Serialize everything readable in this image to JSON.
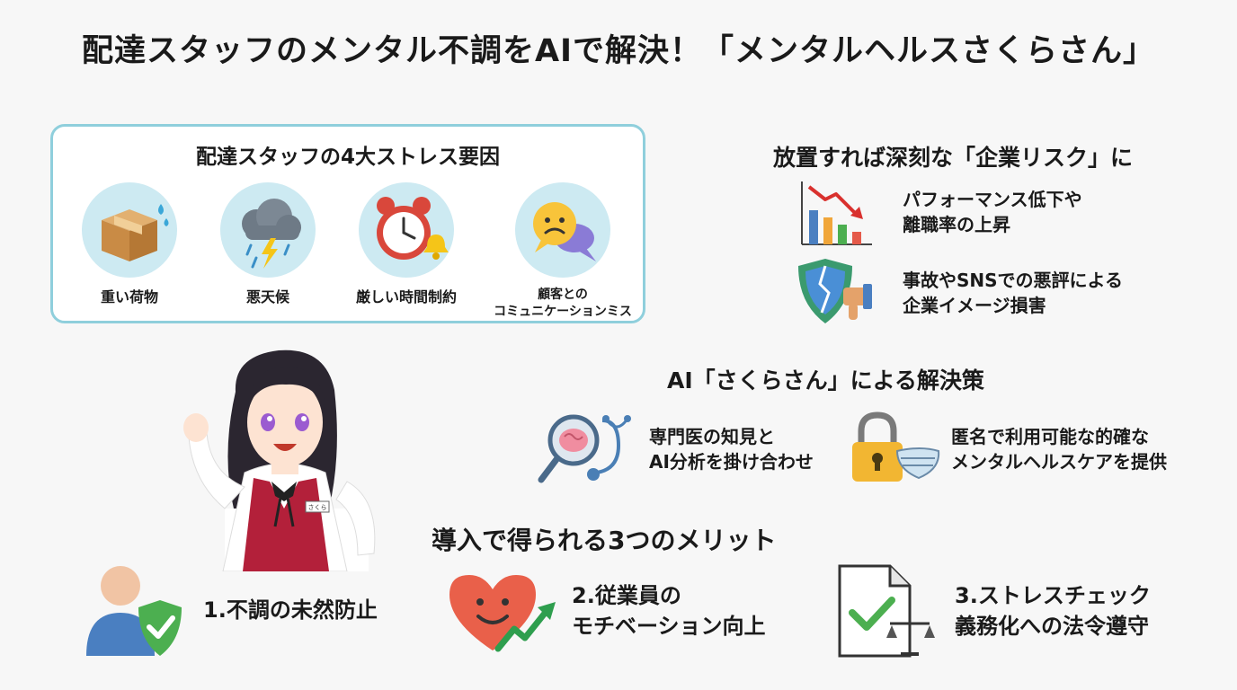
{
  "title": "配達スタッフのメンタル不調をAIで解決！「メンタルヘルスさくらさん」",
  "stress": {
    "heading": "配達スタッフの4大ストレス要因",
    "items": [
      {
        "icon": "package-icon",
        "label": "重い荷物"
      },
      {
        "icon": "storm-cloud-icon",
        "label": "悪天候"
      },
      {
        "icon": "alarm-clock-icon",
        "label": "厳しい時間制約"
      },
      {
        "icon": "speech-bubble-icon",
        "label_line1": "顧客との",
        "label_line2": "コミュニケーションミス"
      }
    ]
  },
  "risk": {
    "heading": "放置すれば深刻な「企業リスク」に",
    "items": [
      {
        "icon": "declining-chart-icon",
        "line1": "パフォーマンス低下や",
        "line2": "離職率の上昇"
      },
      {
        "icon": "broken-shield-icon",
        "line1": "事故やSNSでの悪評による",
        "line2": "企業イメージ損害"
      }
    ]
  },
  "solution": {
    "heading": "AI「さくらさん」による解決策",
    "items": [
      {
        "icon": "brain-stethoscope-icon",
        "line1": "専門医の知見と",
        "line2": "AI分析を掛け合わせ"
      },
      {
        "icon": "lock-mask-icon",
        "line1": "匿名で利用可能な的確な",
        "line2": "メンタルヘルスケアを提供"
      }
    ]
  },
  "mascot": {
    "badge": "さくら"
  },
  "merits": {
    "heading": "導入で得られる3つのメリット",
    "items": [
      {
        "icon": "person-shield-icon",
        "line1": "1.不調の未然防止"
      },
      {
        "icon": "heart-growth-icon",
        "line1": "2.従業員の",
        "line2": "モチベーション向上"
      },
      {
        "icon": "document-check-scale-icon",
        "line1": "3.ストレスチェック",
        "line2": "義務化への法令遵守"
      }
    ]
  },
  "colors": {
    "accent_border": "#8fcfdc",
    "icon_bg": "#cdeaf2",
    "vest_red": "#b3203a",
    "check_green": "#4caf50"
  }
}
